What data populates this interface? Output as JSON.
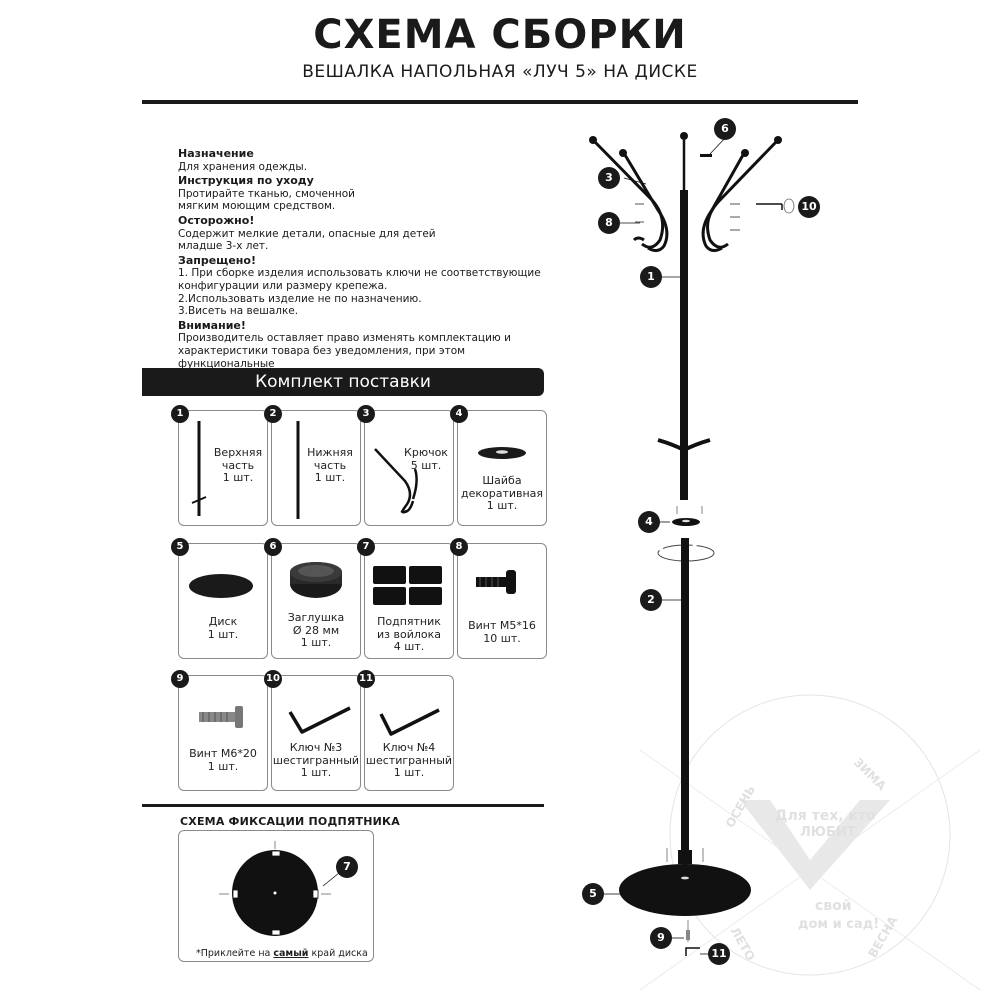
{
  "header": {
    "title": "СХЕМА СБОРКИ",
    "subtitle": "ВЕШАЛКА НАПОЛЬНАЯ «ЛУЧ 5» НА ДИСКЕ"
  },
  "info": [
    {
      "heading": "Назначение",
      "text": "Для хранения одежды."
    },
    {
      "heading": "Инструкция по уходу",
      "text": "Протирайте тканью, смоченной\nмягким моющим средством."
    },
    {
      "heading": "Осторожно!",
      "text": "Содержит мелкие детали, опасные для детей\nмладше 3-х лет."
    },
    {
      "heading": "Запрещено!",
      "text": "1. При сборке изделия использовать ключи не соответствующие\nконфигурации или размеру крепежа.\n2.Использовать изделие не по назначению.\n3.Висеть на вешалке."
    },
    {
      "heading": "Внимание!",
      "text": "Производитель оставляет право изменять комплектацию и\nхарактеристики товара без уведомления, при этом функциональные\nи качественные показатели товара не ухудшаются."
    }
  ],
  "kit": {
    "title": "Комплект поставки",
    "items": [
      {
        "num": "1",
        "label": "Верхняя\nчасть\n1 шт."
      },
      {
        "num": "2",
        "label": "Нижняя\nчасть\n1 шт."
      },
      {
        "num": "3",
        "label": "Крючок\n5 шт."
      },
      {
        "num": "4",
        "label": "Шайба\nдекоративная\n1 шт."
      },
      {
        "num": "5",
        "label": "Диск\n1 шт."
      },
      {
        "num": "6",
        "label": "Заглушка\nØ 28 мм\n1 шт."
      },
      {
        "num": "7",
        "label": "Подпятник\nиз войлока\n4 шт."
      },
      {
        "num": "8",
        "label": "Винт М5*16\n10 шт."
      },
      {
        "num": "9",
        "label": "Винт М6*20\n1 шт."
      },
      {
        "num": "10",
        "label": "Ключ №3\nшестигранный\n1 шт."
      },
      {
        "num": "11",
        "label": "Ключ №4\nшестигранный\n1 шт."
      }
    ]
  },
  "fixation": {
    "title": "СХЕМА ФИКСАЦИИ ПОДПЯТНИКА",
    "badge": "7",
    "note_before": "*Приклейте на ",
    "note_bold": "самый",
    "note_after": " край диска"
  },
  "diagram": {
    "callouts": [
      "6",
      "3",
      "8",
      "10",
      "1",
      "4",
      "2",
      "5",
      "9",
      "11"
    ]
  },
  "watermark": {
    "line1": "Для тех, кто",
    "line2": "ЛЮБИТ",
    "line3": "свой",
    "line4": "дом и сад!",
    "season1": "ОСЕНЬ",
    "season2": "ЗИМА",
    "season3": "ЛЕТО",
    "season4": "ВЕСНА"
  }
}
